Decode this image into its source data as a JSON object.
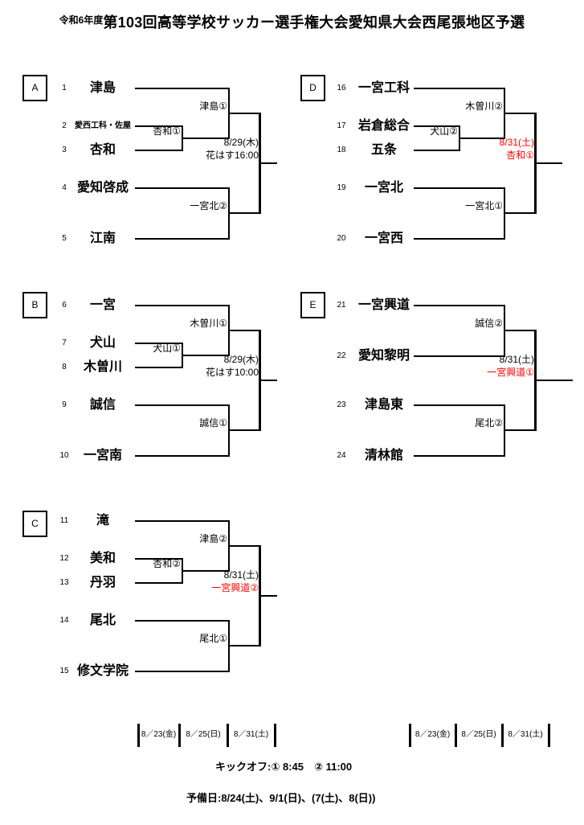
{
  "title": {
    "era": "令和6年度",
    "main": "第103回高等学校サッカー選手権大会愛知県大会西尾張地区予選"
  },
  "brackets": [
    {
      "id": "A",
      "teams": [
        {
          "no": "1",
          "name": "津島"
        },
        {
          "no": "2",
          "name": "愛西工科・佐屋"
        },
        {
          "no": "3",
          "name": "杏和"
        },
        {
          "no": "4",
          "name": "愛知啓成"
        },
        {
          "no": "5",
          "name": "江南"
        }
      ],
      "labels": {
        "top": "津島①",
        "first_round": "杏和①",
        "bottom": "一宮北②"
      },
      "final_info": [
        {
          "text": "8/29(木)",
          "color": "#000000"
        },
        {
          "text": "花はす16:00",
          "color": "#000000"
        }
      ]
    },
    {
      "id": "B",
      "teams": [
        {
          "no": "6",
          "name": "一宮"
        },
        {
          "no": "7",
          "name": "犬山"
        },
        {
          "no": "8",
          "name": "木曽川"
        },
        {
          "no": "9",
          "name": "誠信"
        },
        {
          "no": "10",
          "name": "一宮南"
        }
      ],
      "labels": {
        "top": "木曽川①",
        "first_round": "犬山①",
        "bottom": "誠信①"
      },
      "final_info": [
        {
          "text": "8/29(木)",
          "color": "#000000"
        },
        {
          "text": "花はす10:00",
          "color": "#000000"
        }
      ]
    },
    {
      "id": "C",
      "teams": [
        {
          "no": "11",
          "name": "滝"
        },
        {
          "no": "12",
          "name": "美和"
        },
        {
          "no": "13",
          "name": "丹羽"
        },
        {
          "no": "14",
          "name": "尾北"
        },
        {
          "no": "15",
          "name": "修文学院"
        }
      ],
      "labels": {
        "top": "津島②",
        "first_round": "杏和②",
        "bottom": "尾北①"
      },
      "final_info": [
        {
          "text": "8/31(土)",
          "color": "#000000"
        },
        {
          "text": "一宮興道②",
          "color": "#ff0000"
        }
      ]
    },
    {
      "id": "D",
      "teams": [
        {
          "no": "16",
          "name": "一宮工科"
        },
        {
          "no": "17",
          "name": "岩倉総合"
        },
        {
          "no": "18",
          "name": "五条"
        },
        {
          "no": "19",
          "name": "一宮北"
        },
        {
          "no": "20",
          "name": "一宮西"
        }
      ],
      "labels": {
        "top": "木曽川②",
        "first_round": "犬山②",
        "bottom": "一宮北①"
      },
      "final_info": [
        {
          "text": "8/31(土)",
          "color": "#ff0000"
        },
        {
          "text": "杏和①",
          "color": "#ff0000"
        }
      ]
    },
    {
      "id": "E",
      "teams": [
        {
          "no": "21",
          "name": "一宮興道"
        },
        {
          "no": "22",
          "name": "愛知黎明"
        },
        {
          "no": "23",
          "name": "津島東"
        },
        {
          "no": "24",
          "name": "清林館"
        }
      ],
      "labels": {
        "top": "誠信②",
        "bottom": "尾北②"
      },
      "final_info": [
        {
          "text": "8/31(土)",
          "color": "#000000"
        },
        {
          "text": "一宮興道①",
          "color": "#ff0000"
        }
      ]
    }
  ],
  "footer": {
    "date_scales": {
      "left": [
        "8／23(金)",
        "8／25(日)",
        "8／31(土)"
      ],
      "right": [
        "8／23(金)",
        "8／25(日)",
        "8／31(土)"
      ]
    },
    "kickoff": "キックオフ:① 8:45　② 11:00",
    "reserve_days": "予備日:8/24(土)、9/1(日)、(7(土)、8(日))"
  },
  "colors": {
    "accent_red": "#ff0000",
    "line": "#000000"
  }
}
